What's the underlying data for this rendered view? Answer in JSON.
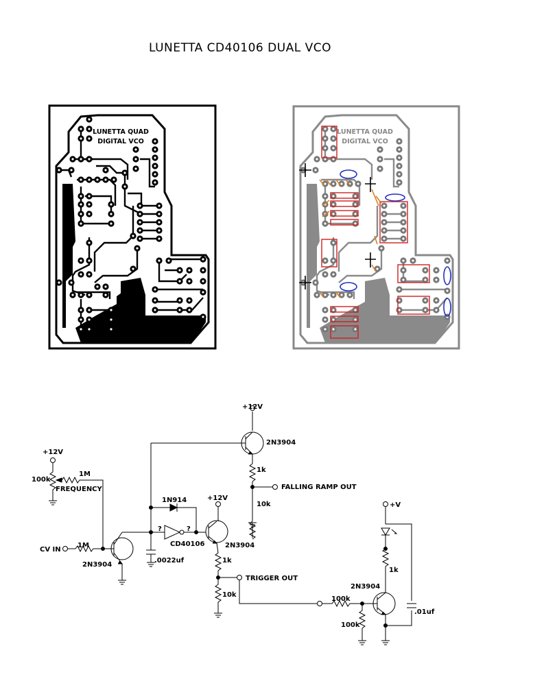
{
  "title": "LUNETTA CD40106 DUAL VCO",
  "board_left": {
    "silkscreen_line1": "LUNETTA QUAD",
    "silkscreen_line2": "DIGITAL VCO"
  },
  "board_right": {
    "silkscreen_line1": "LUNETTA QUAD",
    "silkscreen_line2": "DIGITAL VCO"
  },
  "schematic": {
    "labels": {
      "v12_top": "+12V",
      "q_top": "2N3904",
      "v12_left": "+12V",
      "r_100k_pot": "100k",
      "r_1m_top": "1M",
      "frequency": "FREQUENCY",
      "r_1k_top": "1k",
      "falling_ramp": "FALLING RAMP OUT",
      "r_10k_top": "10k",
      "diode": "1N914",
      "v12_mid": "+12V",
      "q_mid": "2N3904",
      "cv_in": "CV IN",
      "r_1m_cv": "1M",
      "q_cv": "2N3904",
      "gate_in_q": "?",
      "gate_out_q": "?",
      "chip": "CD40106",
      "cap_timing": ".0022uf",
      "r_1k_mid": "1k",
      "trigger_out": "TRIGGER OUT",
      "r_10k_mid": "10k",
      "v_plus": "+V",
      "q_right": "2N3904",
      "r_1k_right": "1k",
      "r_100k_in": "100k",
      "r_100k_bias": "100k",
      "cap_right": ".01uf"
    }
  }
}
